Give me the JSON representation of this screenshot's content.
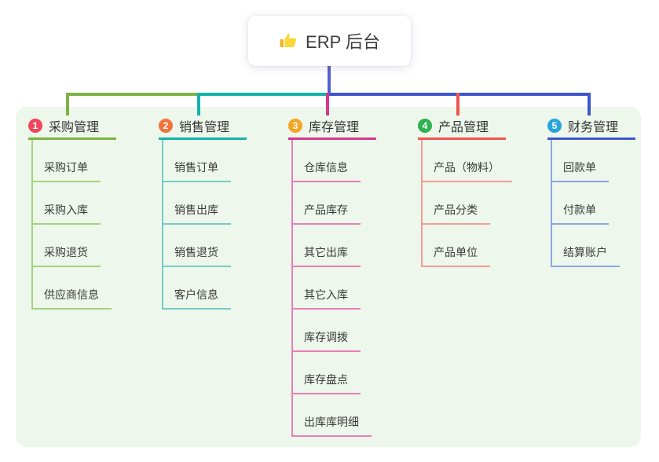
{
  "root": {
    "icon": "thumbs-up-icon",
    "label": "ERP 后台"
  },
  "branches": [
    {
      "number": "1",
      "label": "采购管理",
      "badge_color": "#f1455c",
      "line_color": "#7cb342",
      "child_line_color": "#a6d37f",
      "children": [
        "采购订单",
        "采购入库",
        "采购退货",
        "供应商信息"
      ]
    },
    {
      "number": "2",
      "label": "销售管理",
      "badge_color": "#f2743c",
      "line_color": "#14b3ab",
      "child_line_color": "#76ccc7",
      "children": [
        "销售订单",
        "销售出库",
        "销售退货",
        "客户信息"
      ]
    },
    {
      "number": "3",
      "label": "库存管理",
      "badge_color": "#f5a623",
      "line_color": "#d6378f",
      "child_line_color": "#ea7db8",
      "children": [
        "仓库信息",
        "产品库存",
        "其它出库",
        "其它入库",
        "库存调拨",
        "库存盘点",
        "出库库明细"
      ]
    },
    {
      "number": "4",
      "label": "产品管理",
      "badge_color": "#2fb350",
      "line_color": "#f0544f",
      "child_line_color": "#f59b94",
      "children": [
        "产品（物料）",
        "产品分类",
        "产品单位"
      ]
    },
    {
      "number": "5",
      "label": "财务管理",
      "badge_color": "#28a5dc",
      "line_color": "#3d56cc",
      "child_line_color": "#8ba6e4",
      "children": [
        "回款单",
        "付款单",
        "结算账户"
      ]
    }
  ],
  "colors": {
    "canvas_bg": "#ffffff",
    "panel_bg": "#edf7eb",
    "stem_blue": "#5560d0",
    "bus_green": "#7cb342",
    "bus_teal": "#14b3ab",
    "bus_blue": "#3d56cc",
    "text": "#333333",
    "thumb_yellow": "#fdd835"
  }
}
